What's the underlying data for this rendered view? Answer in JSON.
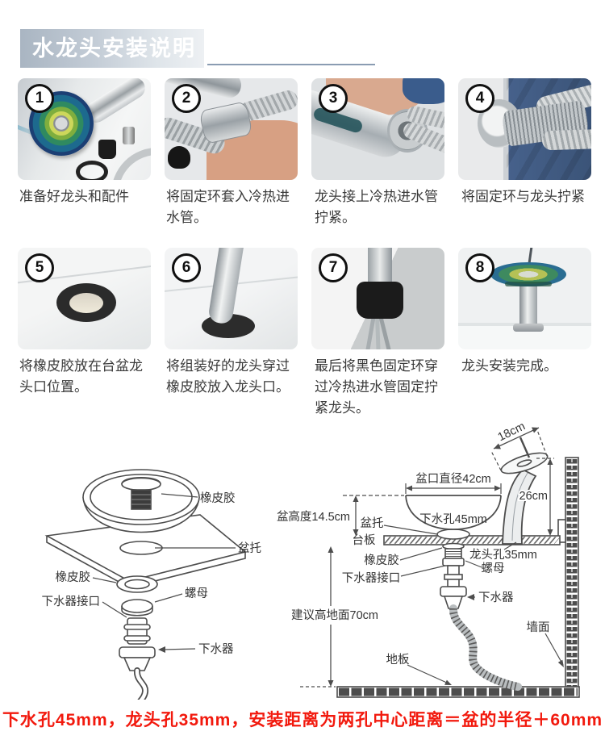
{
  "header": {
    "title": "水龙头安装说明"
  },
  "steps": [
    {
      "num": "1",
      "caption": "准备好龙头和配件"
    },
    {
      "num": "2",
      "caption": "将固定环套入冷热进水管。"
    },
    {
      "num": "3",
      "caption": "龙头接上冷热进水管拧紧。"
    },
    {
      "num": "4",
      "caption": "将固定环与龙头拧紧"
    },
    {
      "num": "5",
      "caption": "将橡皮胶放在台盆龙头口位置。"
    },
    {
      "num": "6",
      "caption": "将组装好的龙头穿过橡皮胶放入龙头口。"
    },
    {
      "num": "7",
      "caption": "最后将黑色固定环穿过冷热进水管固定拧紧龙头。"
    },
    {
      "num": "8",
      "caption": "龙头安装完成。"
    }
  ],
  "left_diagram": {
    "labels": {
      "rubber_top": "橡皮胶",
      "basin_support": "盆托",
      "rubber_left": "橡皮胶",
      "nut": "螺母",
      "drain_connector": "下水器接口",
      "drain": "下水器"
    }
  },
  "right_diagram": {
    "labels": {
      "spout_width": "18cm",
      "faucet_height": "26cm",
      "basin_diameter": "盆口直径42cm",
      "basin_height": "盆高度14.5cm",
      "basin_support": "盆托",
      "drain_hole": "下水孔45mm",
      "counter": "台板",
      "faucet_hole": "龙头孔35mm",
      "rubber": "橡皮胶",
      "nut": "螺母",
      "drain_connector": "下水器接口",
      "recommended_height": "建议高地面70cm",
      "drain": "下水器",
      "wall": "墙面",
      "floor": "地板"
    }
  },
  "footer": {
    "note": "下水孔45mm，龙头孔35mm，安装距离为两孔中心距离＝盆的半径＋60mm"
  },
  "colors": {
    "accent_line": "#8a9cb2",
    "title_text": "#ffffff",
    "note_red": "#f2190d",
    "caption_text": "#3a3a3a",
    "diagram_stroke": "#4d4d4d"
  }
}
